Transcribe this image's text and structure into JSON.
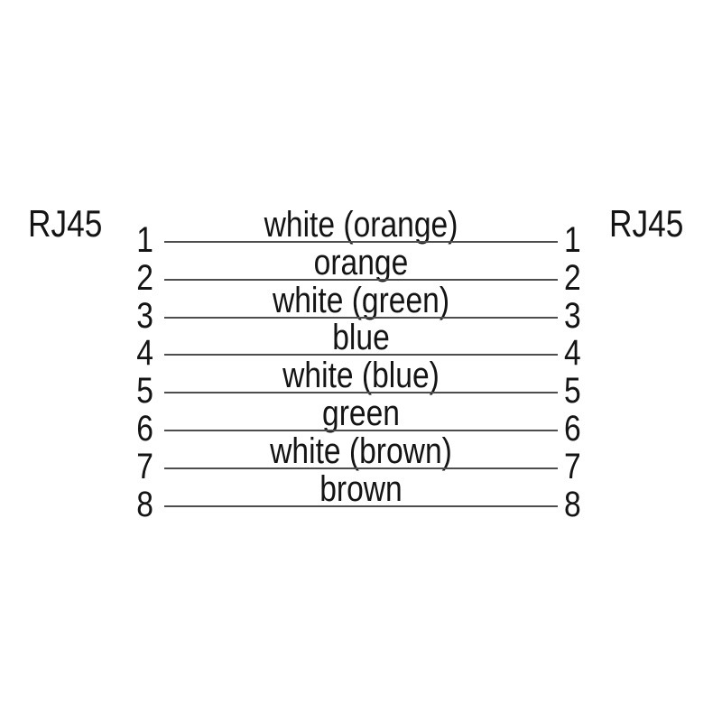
{
  "diagram": {
    "type": "rj45-pinout-wiring-diagram",
    "left_connector_label": "RJ45",
    "right_connector_label": "RJ45",
    "wires": [
      {
        "pin_left": "1",
        "pin_right": "1",
        "color_label": "white (orange)"
      },
      {
        "pin_left": "2",
        "pin_right": "2",
        "color_label": "orange"
      },
      {
        "pin_left": "3",
        "pin_right": "3",
        "color_label": "white (green)"
      },
      {
        "pin_left": "4",
        "pin_right": "4",
        "color_label": "blue"
      },
      {
        "pin_left": "5",
        "pin_right": "5",
        "color_label": "white (blue)"
      },
      {
        "pin_left": "6",
        "pin_right": "6",
        "color_label": "green"
      },
      {
        "pin_left": "7",
        "pin_right": "7",
        "color_label": "white (brown)"
      },
      {
        "pin_left": "8",
        "pin_right": "8",
        "color_label": "brown"
      }
    ],
    "colors": {
      "background": "#ffffff",
      "text": "#141414",
      "wire_line": "#4d4d4d"
    }
  }
}
